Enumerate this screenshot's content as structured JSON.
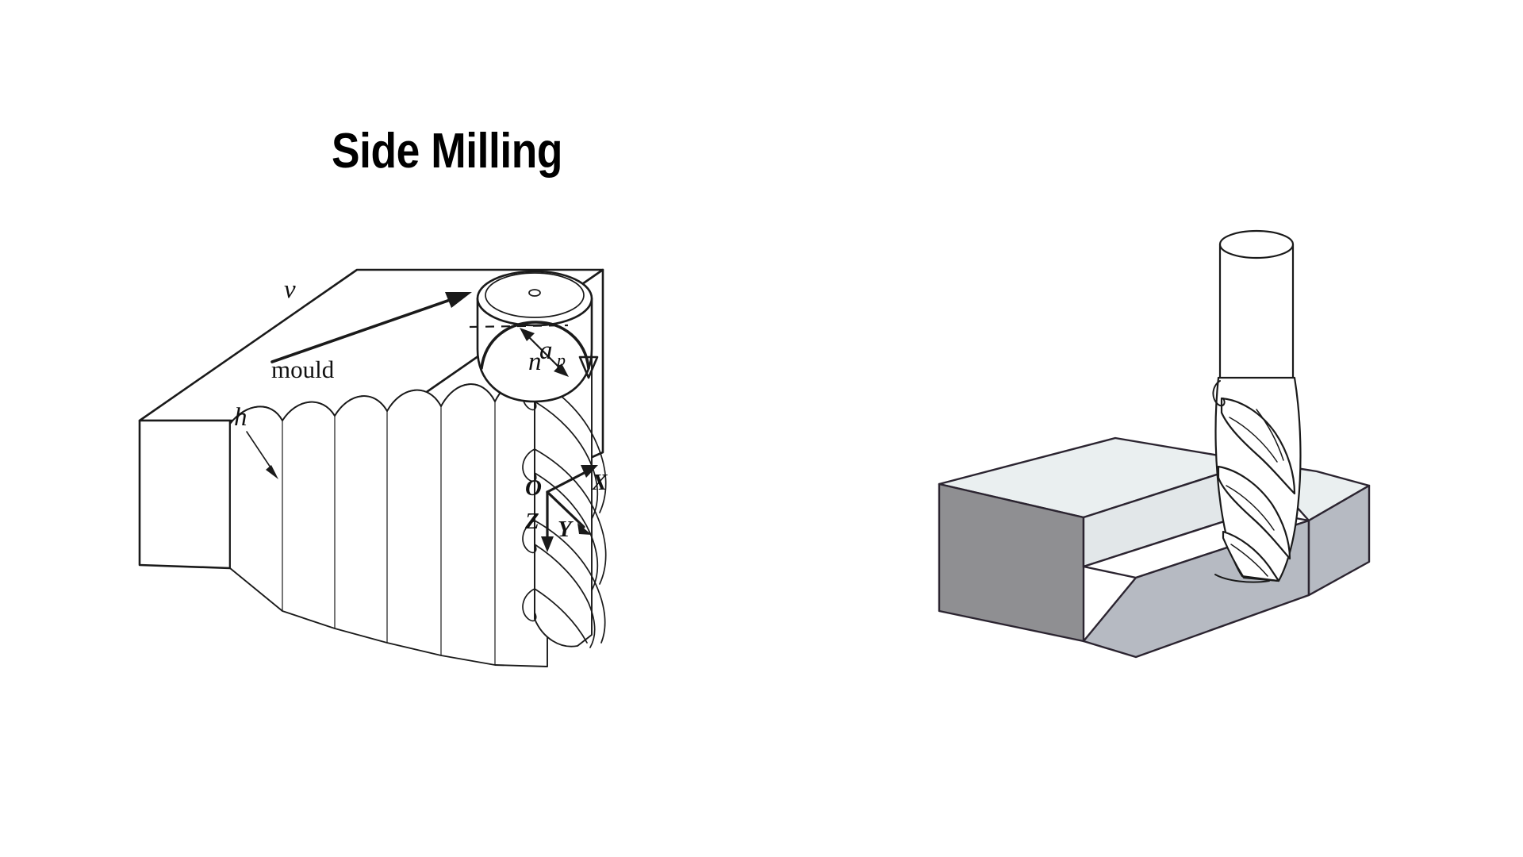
{
  "page": {
    "title": "Side Milling",
    "background_color": "#ffffff"
  },
  "figures": {
    "left": {
      "name": "side-milling-schematic",
      "kind": "line-drawing",
      "labels": {
        "workpiece": "mould",
        "feed_velocity": "v",
        "spindle_rotation": "n",
        "scallop_height": "h",
        "axial_depth_of_cut_base": "a",
        "axial_depth_of_cut_sub": "p",
        "origin": "O",
        "axis_x": "X",
        "axis_y": "Y",
        "axis_z": "Z"
      },
      "colors": {
        "stroke": "#1a1a1a",
        "fill": "#ffffff"
      },
      "scallop_count": 7
    },
    "right": {
      "name": "side-milling-render",
      "kind": "shaded-3d",
      "colors": {
        "block_top": "#eaeff0",
        "block_front_left": "#8f8f92",
        "block_right": "#b6bac2",
        "block_step_wall": "#e2e7e9",
        "block_step_floor": "#c3c7ce",
        "outline": "#2b2430",
        "tool_fill": "#ffffff",
        "tool_stroke": "#1a1a1a"
      }
    }
  }
}
